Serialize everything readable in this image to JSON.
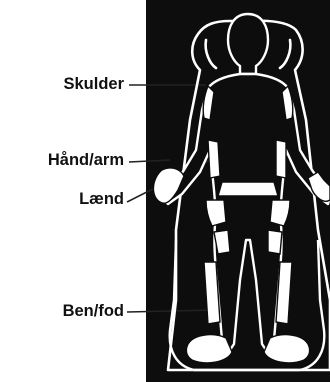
{
  "labels": {
    "shoulder": "Skulder",
    "hand_arm": "Hånd/arm",
    "lower_back": "Lænd",
    "leg_foot": "Ben/fod"
  },
  "colors": {
    "panel": "#0d0d0d",
    "outline": "#ffffff",
    "text": "#111111"
  }
}
